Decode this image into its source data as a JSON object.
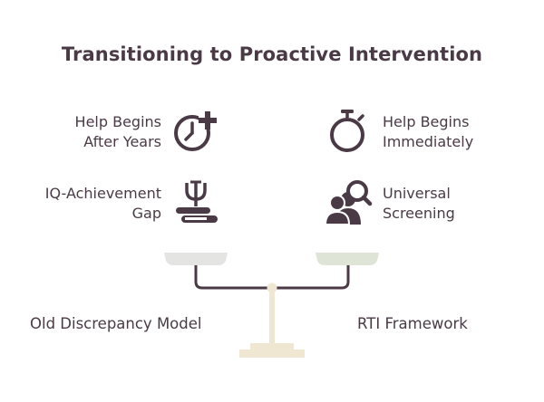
{
  "title": "Transitioning to Proactive Intervention",
  "left": {
    "items": [
      {
        "line1": "Help Begins",
        "line2": "After Years",
        "icon": "clock-plus-icon"
      },
      {
        "line1": "IQ-Achievement",
        "line2": "Gap",
        "icon": "psi-books-icon"
      }
    ],
    "label": "Old Discrepancy Model"
  },
  "right": {
    "items": [
      {
        "line1": "Help Begins",
        "line2": "Immediately",
        "icon": "stopwatch-icon"
      },
      {
        "line1": "Universal",
        "line2": "Screening",
        "icon": "people-search-icon"
      }
    ],
    "label": "RTI Framework"
  },
  "colors": {
    "text": "#4a3a46",
    "icon": "#4a3a46",
    "beam": "#4a3a46",
    "left_pan": "#e4e4e2",
    "right_pan": "#dfe5d6",
    "stand": "#f0e7d3"
  }
}
